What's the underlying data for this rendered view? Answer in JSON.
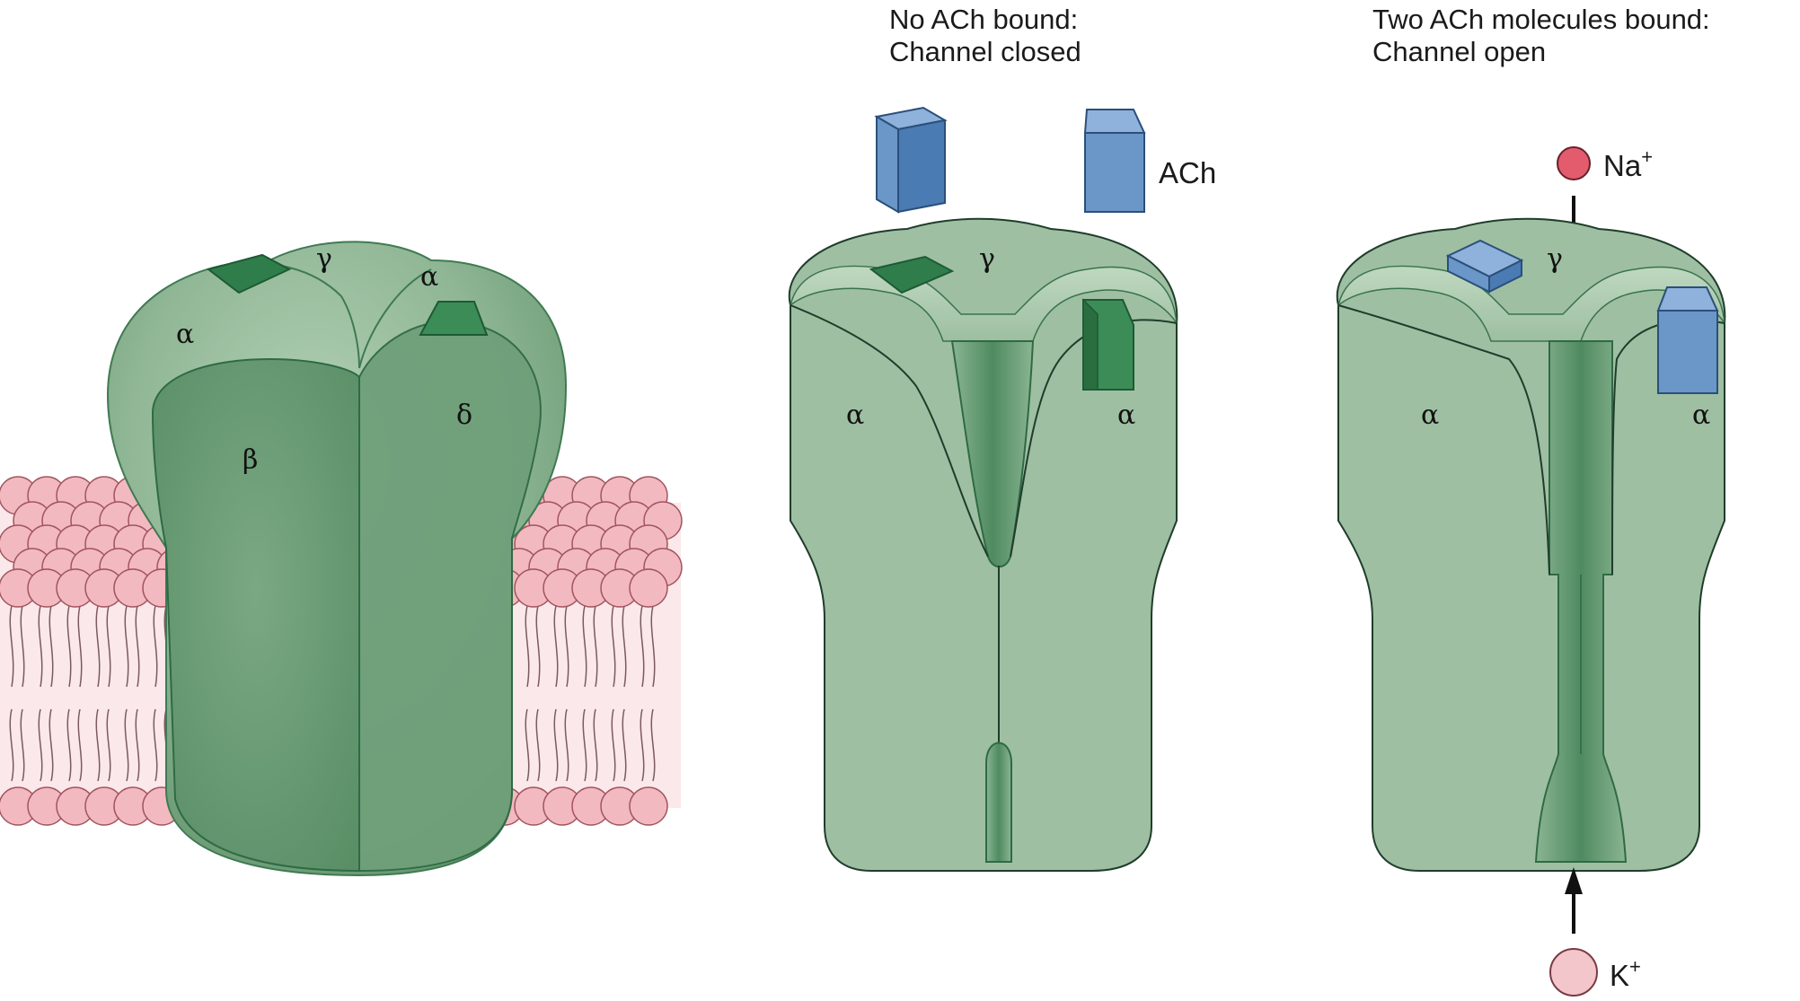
{
  "panels": {
    "left": {
      "subunits": {
        "alpha_1": "α",
        "gamma": "γ",
        "alpha_2": "α",
        "beta": "β",
        "delta": "δ"
      }
    },
    "middle": {
      "caption_line1": "No ACh bound:",
      "caption_line2": "Channel closed",
      "subunits": {
        "gamma": "γ",
        "alpha_left": "α",
        "alpha_right": "α"
      },
      "ach_label": "ACh"
    },
    "right": {
      "caption_line1": "Two ACh molecules bound:",
      "caption_line2": "Channel open",
      "subunits": {
        "gamma": "γ",
        "alpha_left": "α",
        "alpha_right": "α"
      },
      "na_label": "Na",
      "na_charge": "+",
      "k_label": "K",
      "k_charge": "+"
    }
  },
  "colors": {
    "protein": "#9ebfa2",
    "protein_dark": "#5d9670",
    "protein_line": "#2f6a45",
    "binding_site": "#2f7d4a",
    "ach": "#6b96c8",
    "ach_dark": "#3f6ea5",
    "na_ion": "#e25c6e",
    "k_ion": "#f3c6cc",
    "lipid_head": "#f2b9c0",
    "lipid_bg": "#fbe8ea"
  }
}
